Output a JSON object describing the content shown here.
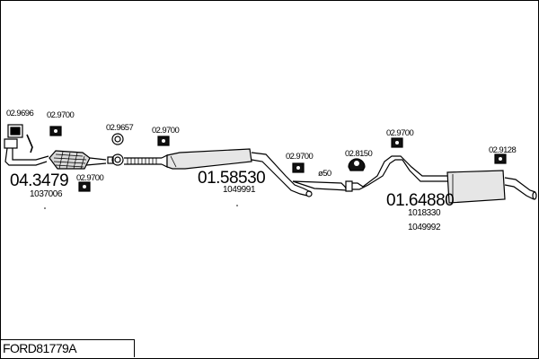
{
  "title": "FORD81779A",
  "labels": {
    "p1_code": "04.3479",
    "p1_ref": "1037006",
    "p2_code": "01.58530",
    "p2_ref": "1049991",
    "p3_code": "01.64880",
    "p3_ref_a": "1018330",
    "p3_ref_b": "1049992",
    "clamp_size": "ø50"
  },
  "accessories": {
    "a1": "02.9696",
    "a2": "02.9700",
    "a3": "02.9700",
    "a4": "02.9657",
    "a5": "02.9700",
    "a6": "02.9700",
    "a7": "02.8150",
    "a8": "02.9700",
    "a9": "02.9128"
  }
}
